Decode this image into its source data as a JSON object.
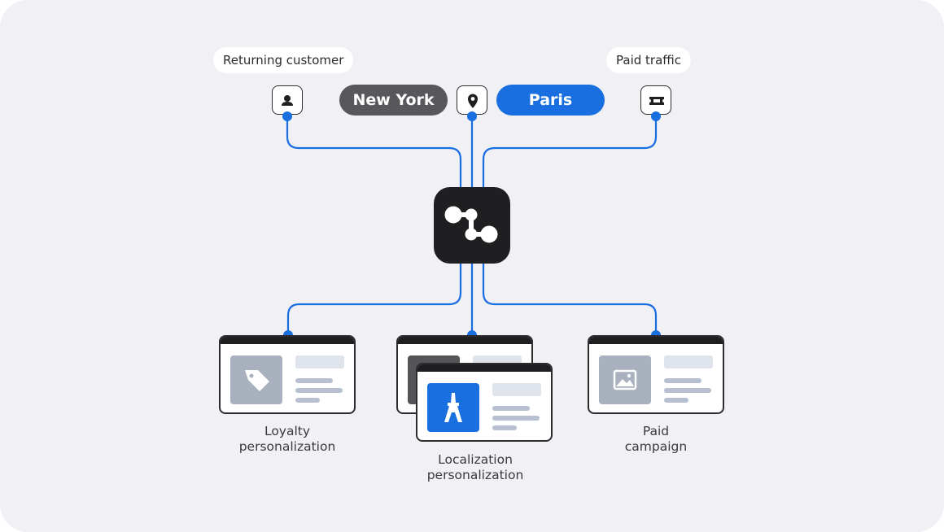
{
  "segments": {
    "returning_customer": "Returning customer",
    "paid_traffic": "Paid traffic"
  },
  "locations": {
    "new_york": "New York",
    "paris": "Paris"
  },
  "outputs": {
    "loyalty": [
      "Loyalty",
      "personalization"
    ],
    "localization": [
      "Localization",
      "personalization"
    ],
    "paid": [
      "Paid",
      "campaign"
    ]
  },
  "colors": {
    "background": "#f0f0f5",
    "connector_blue": "#1a6fe0",
    "new_york_pill": "#58585c",
    "paris_pill": "#1a6fe0",
    "hub": "#1f1f21",
    "thumb_gray": "#a9b0be",
    "thumb_blue": "#1a6fe0"
  },
  "icons": {
    "returning_customer": "person-icon",
    "location": "map-pin-icon",
    "paid_traffic": "ticket-icon",
    "hub": "connection-nodes-icon",
    "loyalty": "tag-icon",
    "localization": "eiffel-tower-icon",
    "paid": "image-icon"
  }
}
